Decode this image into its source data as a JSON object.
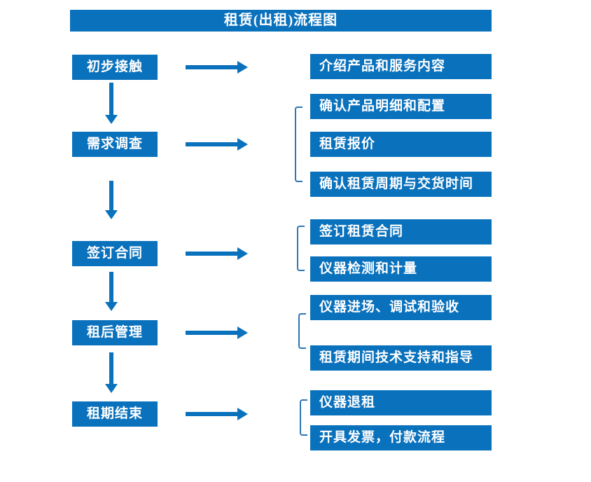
{
  "title": "租赁(出租)流程图",
  "colors": {
    "primary": "#0a71bc",
    "bracket": "#2e75b6",
    "box_text": "#ffffff",
    "background": "#ffffff"
  },
  "steps": [
    {
      "label": "初步接触",
      "details": [
        "介绍产品和服务内容"
      ]
    },
    {
      "label": "需求调查",
      "details": [
        "确认产品明细和配置",
        "租赁报价",
        "确认租赁周期与交货时间"
      ]
    },
    {
      "label": "签订合同",
      "details": [
        "签订租赁合同",
        "仪器检测和计量"
      ]
    },
    {
      "label": "租后管理",
      "details": [
        "仪器进场、调试和验收",
        "租赁期间技术支持和指导"
      ]
    },
    {
      "label": "租期结束",
      "details": [
        "仪器退租",
        "开具发票，付款流程"
      ]
    }
  ]
}
